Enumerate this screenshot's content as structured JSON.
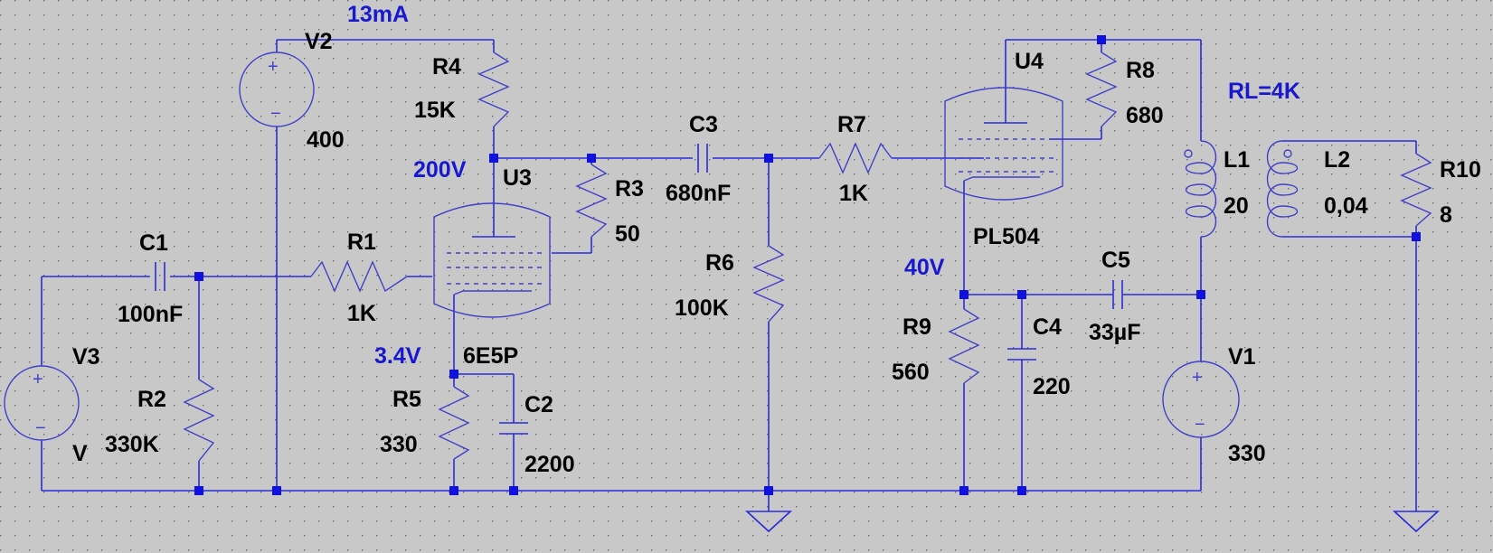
{
  "annotations": {
    "current": "13mA",
    "v_plate_u3": "200V",
    "v_cathode_u3": "3.4V",
    "v_cathode_u4": "40V",
    "load": "RL=4K"
  },
  "components": {
    "V1": {
      "name": "V1",
      "value": "330"
    },
    "V2": {
      "name": "V2",
      "value": "400"
    },
    "V3": {
      "name": "V3",
      "value": "V"
    },
    "R1": {
      "name": "R1",
      "value": "1K"
    },
    "R2": {
      "name": "R2",
      "value": "330K"
    },
    "R3": {
      "name": "R3",
      "value": "50"
    },
    "R4": {
      "name": "R4",
      "value": "15K"
    },
    "R5": {
      "name": "R5",
      "value": "330"
    },
    "R6": {
      "name": "R6",
      "value": "100K"
    },
    "R7": {
      "name": "R7",
      "value": "1K"
    },
    "R8": {
      "name": "R8",
      "value": "680"
    },
    "R9": {
      "name": "R9",
      "value": "560"
    },
    "R10": {
      "name": "R10",
      "value": "8"
    },
    "C1": {
      "name": "C1",
      "value": "100nF"
    },
    "C2": {
      "name": "C2",
      "value": "2200"
    },
    "C3": {
      "name": "C3",
      "value": "680nF"
    },
    "C4": {
      "name": "C4",
      "value": "220"
    },
    "C5": {
      "name": "C5",
      "value": "33µF"
    },
    "L1": {
      "name": "L1",
      "value": "20"
    },
    "L2": {
      "name": "L2",
      "value": "0,04"
    },
    "U3": {
      "name": "U3",
      "value": "6E5P"
    },
    "U4": {
      "name": "U4",
      "value": "PL504"
    }
  },
  "colors": {
    "background": "#c8c8c8",
    "wire": "#2a2ad8",
    "symbol": "#4040c8",
    "junction": "#1010e0",
    "annotation": "#1818d0",
    "label": "#000000"
  }
}
